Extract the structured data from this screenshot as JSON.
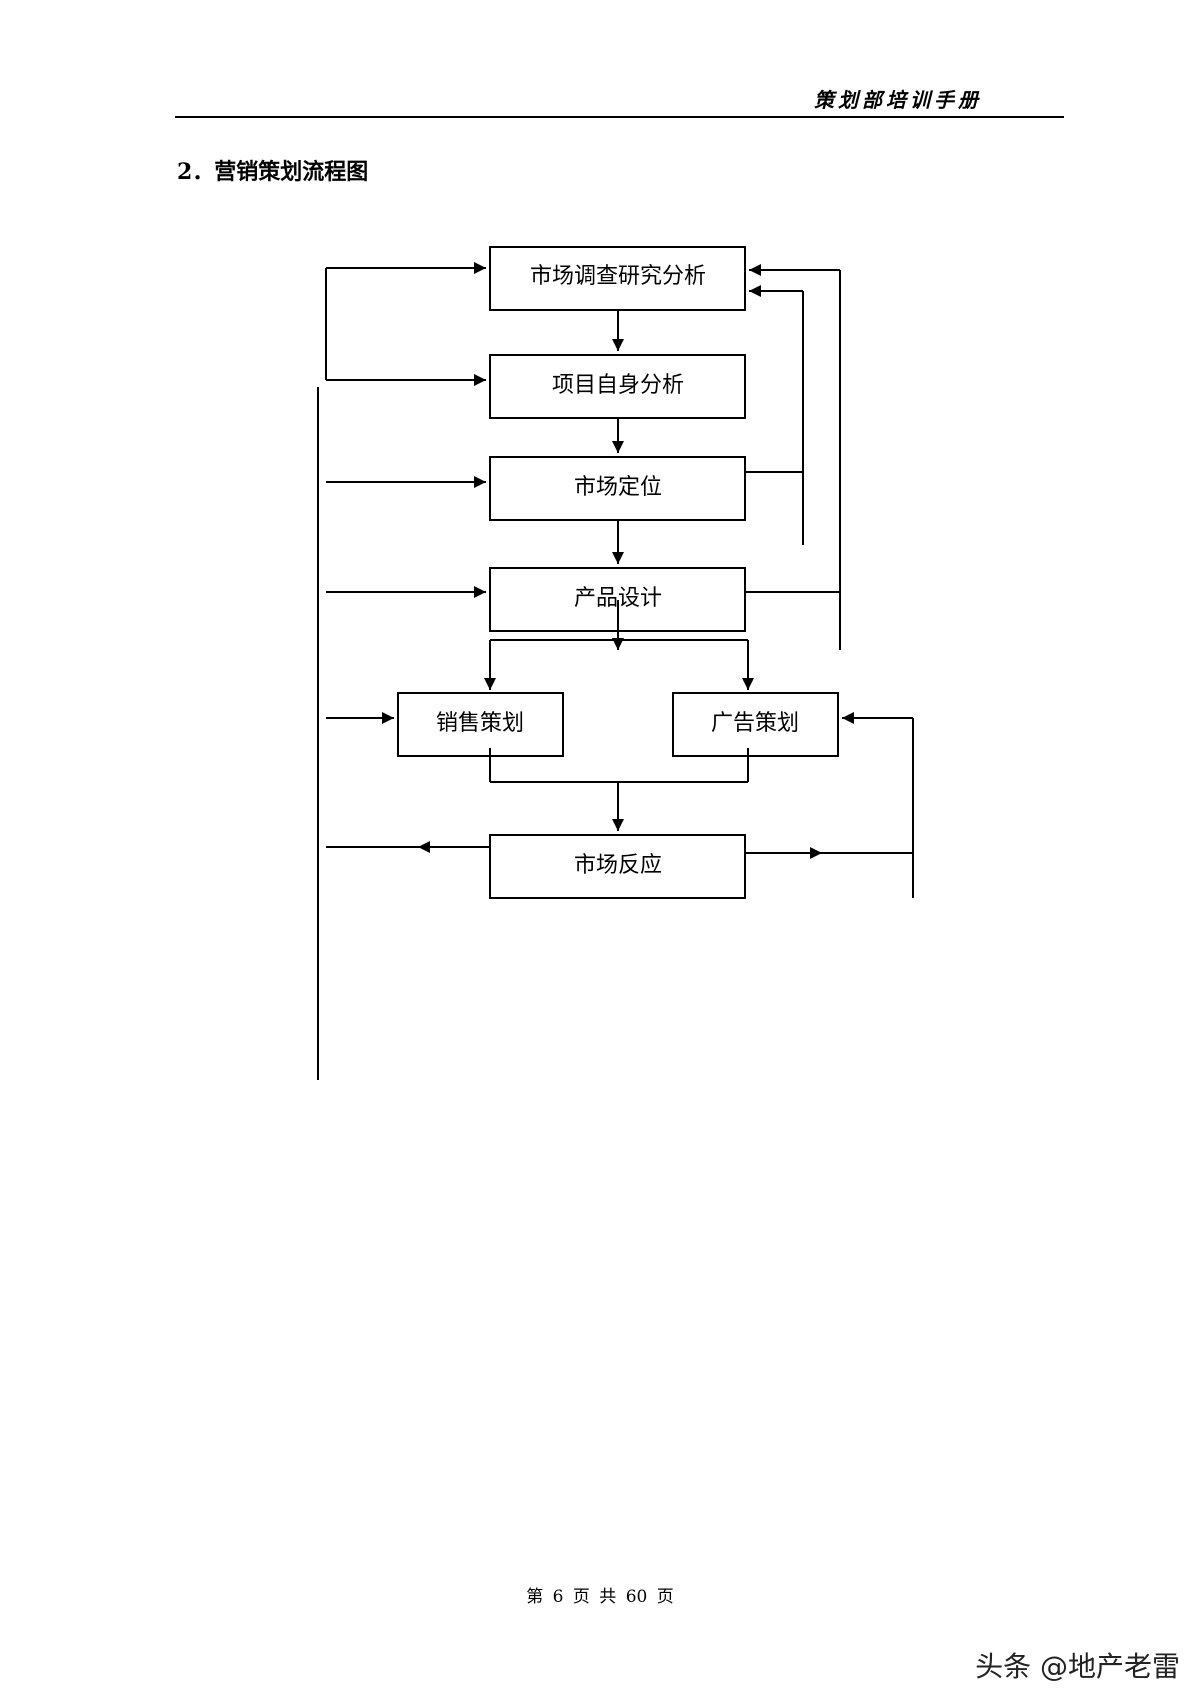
{
  "header": {
    "title": "策划部培训手册"
  },
  "section": {
    "title": "2．营销策划流程图"
  },
  "flowchart": {
    "nodes": [
      {
        "id": "market-research",
        "label": "市场调查研究分析"
      },
      {
        "id": "project-analysis",
        "label": "项目自身分析"
      },
      {
        "id": "market-positioning",
        "label": "市场定位"
      },
      {
        "id": "product-design",
        "label": "产品设计"
      },
      {
        "id": "sales-planning",
        "label": "销售策划"
      },
      {
        "id": "ad-planning",
        "label": "广告策划"
      },
      {
        "id": "market-response",
        "label": "市场反应"
      }
    ]
  },
  "footer": {
    "page_text": "第 6 页 共 60 页"
  },
  "watermark": {
    "text": "头条 @地产老雷"
  }
}
